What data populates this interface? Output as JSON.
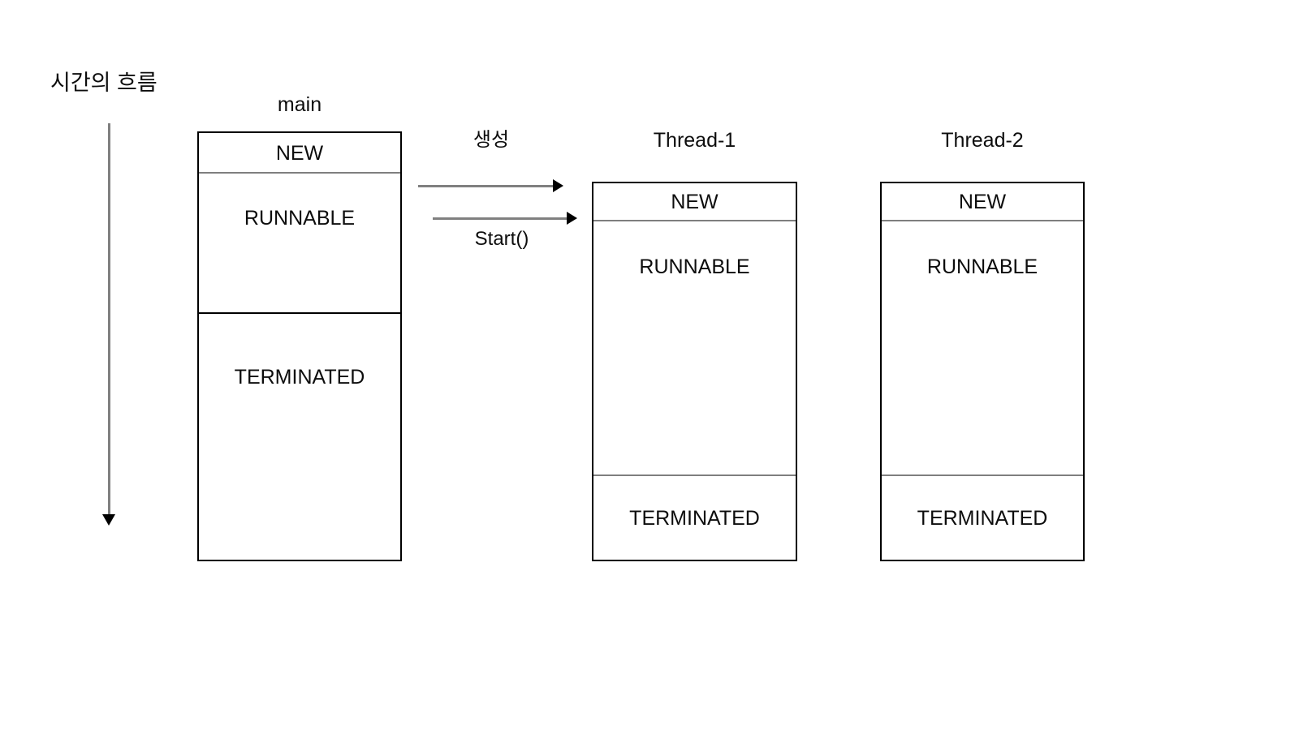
{
  "diagram": {
    "title_axis": "시간의 흐름",
    "background": "#ffffff",
    "line_color": "#000000",
    "divider_gray": "#7f7f7f",
    "arrow_color": "#808080"
  },
  "time_axis": {
    "label": "시간의 흐름",
    "direction": "downward"
  },
  "lanes": [
    {
      "id": "main",
      "title": "main",
      "segments": [
        {
          "state": "NEW",
          "divider": "gray"
        },
        {
          "state": "RUNNABLE",
          "divider": "black"
        },
        {
          "state": "TERMINATED",
          "divider": "none"
        }
      ]
    },
    {
      "id": "thread-1",
      "title": "Thread-1",
      "segments": [
        {
          "state": "NEW",
          "divider": "gray"
        },
        {
          "state": "RUNNABLE",
          "divider": "gray"
        },
        {
          "state": "TERMINATED",
          "divider": "none"
        }
      ]
    },
    {
      "id": "thread-2",
      "title": "Thread-2",
      "segments": [
        {
          "state": "NEW",
          "divider": "gray"
        },
        {
          "state": "RUNNABLE",
          "divider": "gray"
        },
        {
          "state": "TERMINATED",
          "divider": "none"
        }
      ]
    }
  ],
  "transitions": [
    {
      "id": "create",
      "label": "생성",
      "label_position": "above",
      "from": "main",
      "to": "thread-1"
    },
    {
      "id": "start",
      "label": "Start()",
      "label_position": "below",
      "from": "main",
      "to": "thread-1"
    }
  ]
}
